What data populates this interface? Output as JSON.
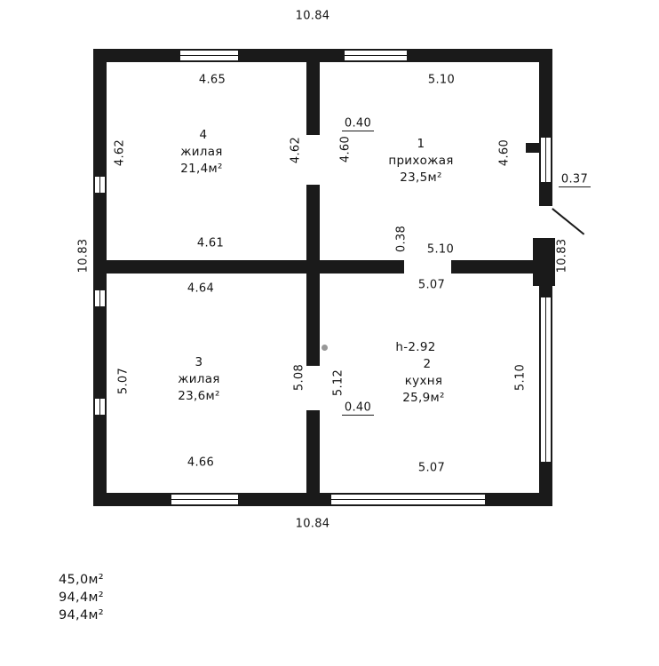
{
  "plan": {
    "rooms": {
      "room4": {
        "number": "4",
        "name": "жилая",
        "area": "21,4м²"
      },
      "room1": {
        "number": "1",
        "name": "прихожая",
        "area": "23,5м²"
      },
      "room3": {
        "number": "3",
        "name": "жилая",
        "area": "23,6м²"
      },
      "room2": {
        "number": "2",
        "name": "кухня",
        "area": "25,9м²",
        "height_note": "h-2.92"
      }
    },
    "dims": {
      "top_overall": "10.84",
      "bottom_overall": "10.84",
      "left_overall": "10.83",
      "right_overall": "10.83",
      "r4_top": "4.65",
      "r1_top": "5.10",
      "door41": "0.40",
      "r4_left": "4.62",
      "r4_right": "4.62",
      "r1_left": "4.60",
      "r1_right": "4.60",
      "wall_037": "0.37",
      "r4_bottom": "4.61",
      "wall_038": "0.38",
      "r1_bottom": "5.10",
      "r3_top": "4.64",
      "r2_top": "5.07",
      "r3_left": "5.07",
      "r3_right": "5.08",
      "r2_left": "5.12",
      "r2_right": "5.10",
      "door32": "0.40",
      "r3_bottom": "4.66",
      "r2_bottom": "5.07"
    },
    "summary": {
      "line1": "45,0м²",
      "line2": "94,4м²",
      "line3": "94,4м²"
    }
  }
}
